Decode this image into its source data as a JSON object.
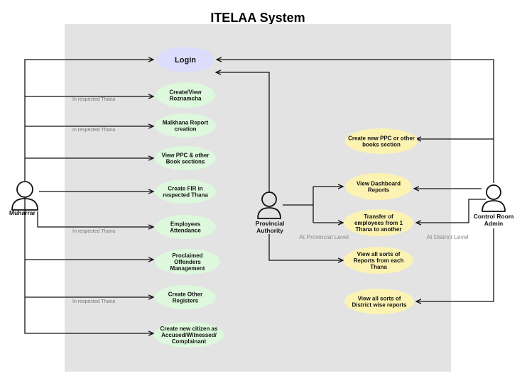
{
  "title": "ITELAA System",
  "colors": {
    "system_box": "#e3e3e3",
    "login": "#dcdcfb",
    "green_usecase": "#ddf8dc",
    "yellow_usecase": "#fcf3b3",
    "line": "#111111"
  },
  "login": {
    "label": "Login"
  },
  "actors": {
    "muharrar": {
      "label": "Muharrar",
      "icon": "person-icon"
    },
    "provincial": {
      "label_lines": [
        "Provincial",
        "Authority"
      ],
      "icon": "person-icon"
    },
    "control_room": {
      "label_lines": [
        "Control Room",
        "Admin"
      ],
      "icon": "person-icon"
    }
  },
  "muharrar_usecases": [
    {
      "lines": [
        "Create/View",
        "Roznamcha"
      ],
      "note": "In respected Thana"
    },
    {
      "lines": [
        "Malkhana Report",
        "creation"
      ],
      "note": "In respected Thana"
    },
    {
      "lines": [
        "View PPC & other",
        "Book sections"
      ],
      "note": ""
    },
    {
      "lines": [
        "Create FIR in",
        "respected Thana"
      ],
      "note": ""
    },
    {
      "lines": [
        "Employees",
        "Attendance"
      ],
      "note": "In respected Thana"
    },
    {
      "lines": [
        "Proclaimed",
        "Offenders",
        "Management"
      ],
      "note": ""
    },
    {
      "lines": [
        "Create Other",
        "Registers"
      ],
      "note": "In respected Thana"
    },
    {
      "lines": [
        "Create new citizen as",
        "Accused/Witnessed/",
        "Complainant"
      ],
      "note": ""
    }
  ],
  "admin_usecases": [
    {
      "lines": [
        "Create new PPC or other",
        "books section"
      ]
    },
    {
      "lines": [
        "View Dashboard",
        "Reports"
      ]
    },
    {
      "lines": [
        "Transfer of",
        "employees from 1",
        "Thana to another"
      ]
    },
    {
      "lines": [
        "View all sorts of",
        "Reports from each",
        "Thana"
      ]
    },
    {
      "lines": [
        "View all sorts of",
        "District wise reports"
      ]
    }
  ],
  "levels": {
    "provincial": "At Provincial Level",
    "district": "At District Level"
  }
}
